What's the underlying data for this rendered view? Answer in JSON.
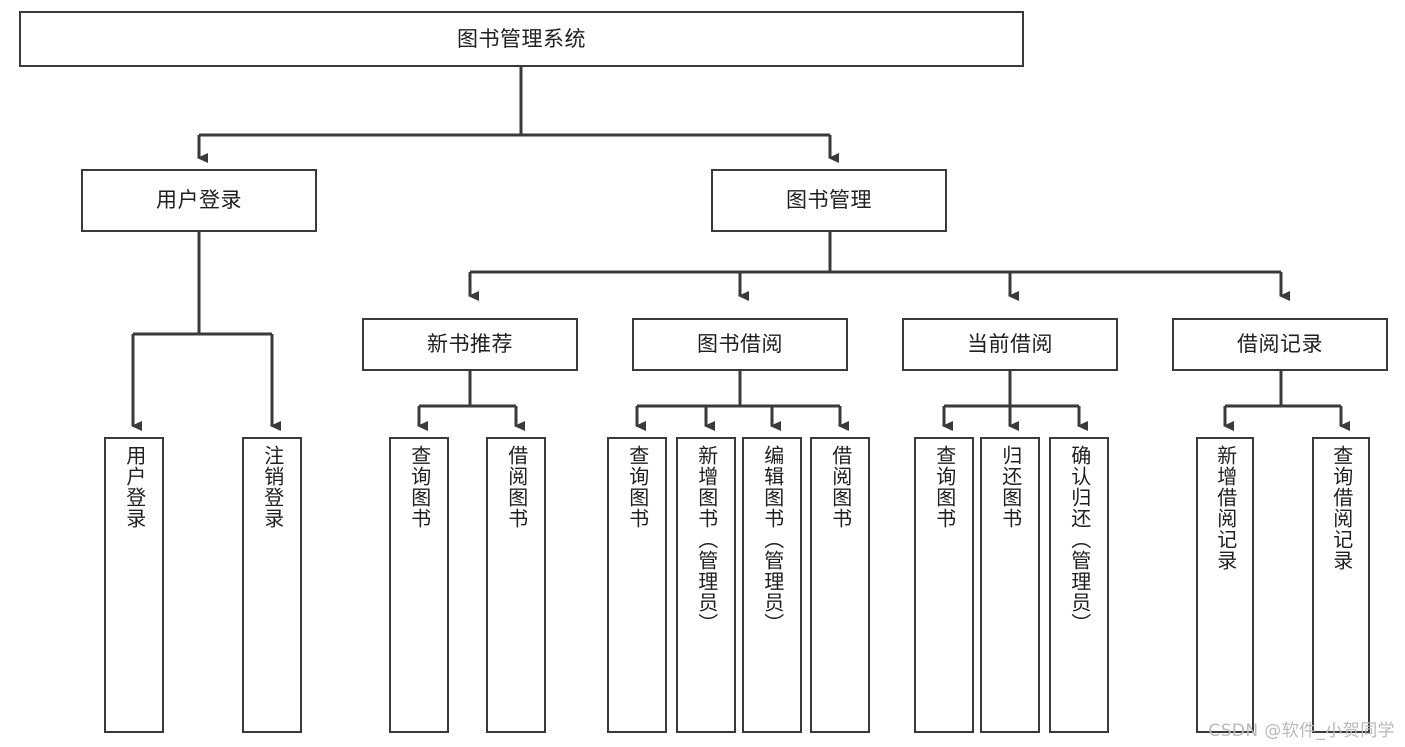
{
  "diagram": {
    "title": "图书管理系统",
    "type": "tree-hierarchy-chart",
    "root": {
      "label": "图书管理系统"
    },
    "level2": [
      {
        "label": "用户登录"
      },
      {
        "label": "图书管理"
      }
    ],
    "level3": [
      {
        "label": "新书推荐"
      },
      {
        "label": "图书借阅"
      },
      {
        "label": "当前借阅"
      },
      {
        "label": "借阅记录"
      }
    ],
    "leaves": {
      "user_login": [
        {
          "label": "用户登录"
        },
        {
          "label": "注销登录"
        }
      ],
      "new_book_recommend": [
        {
          "label": "查询图书"
        },
        {
          "label": "借阅图书"
        }
      ],
      "book_borrow": [
        {
          "label": "查询图书"
        },
        {
          "label": "新增图书（管理员）"
        },
        {
          "label": "编辑图书（管理员）"
        },
        {
          "label": "借阅图书"
        }
      ],
      "current_borrow": [
        {
          "label": "查询图书"
        },
        {
          "label": "归还图书"
        },
        {
          "label": "确认归还（管理员）"
        }
      ],
      "borrow_record": [
        {
          "label": "新增借阅记录"
        },
        {
          "label": "查询借阅记录"
        }
      ]
    }
  },
  "watermark": {
    "text": "CSDN @软件_小贺同学"
  },
  "colors": {
    "background": "#ffffff",
    "box_border": "#3a3a3a",
    "connector": "#3a3a3a",
    "text": "#1f1f1f",
    "watermark": "#b9b9b9"
  }
}
